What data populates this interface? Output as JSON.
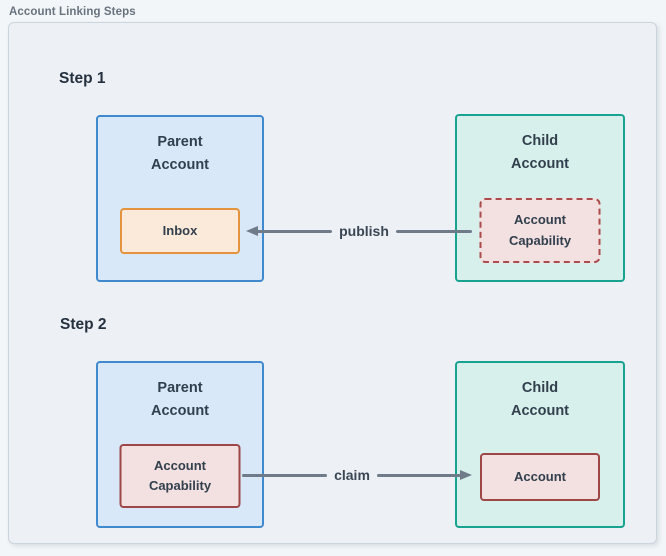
{
  "frame": {
    "title": "Account Linking Steps"
  },
  "colors": {
    "frame_bg": "#edf1f5",
    "frame_border": "#cbd5dd",
    "parent_node_border": "#4089cf",
    "parent_node_fill": "#d8e8f8",
    "child_node_border": "#18a391",
    "child_node_fill": "#d7f0eb",
    "inbox_border": "#e6933f",
    "inbox_fill": "#fbe9da",
    "capability_border": "#9d4747",
    "capability_fill": "#f3e0e0",
    "arrow": "#6f7b88",
    "text": "#32404e"
  },
  "step1": {
    "heading": "Step 1",
    "parent_box": {
      "label": "Parent\nAccount",
      "inner_box": {
        "label": "Inbox",
        "border_style": "solid"
      }
    },
    "child_box": {
      "label": "Child\nAccount",
      "inner_box": {
        "label": "Account\nCapability",
        "border_style": "dashed"
      }
    },
    "edge": {
      "label": "publish",
      "direction": "left",
      "from": "Account Capability",
      "to": "Inbox"
    }
  },
  "step2": {
    "heading": "Step 2",
    "parent_box": {
      "label": "Parent\nAccount",
      "inner_box": {
        "label": "Account\nCapability",
        "border_style": "solid"
      }
    },
    "child_box": {
      "label": "Child\nAccount",
      "inner_box": {
        "label": "Account",
        "border_style": "solid"
      }
    },
    "edge": {
      "label": "claim",
      "direction": "right",
      "from": "Account Capability",
      "to": "Account"
    }
  }
}
